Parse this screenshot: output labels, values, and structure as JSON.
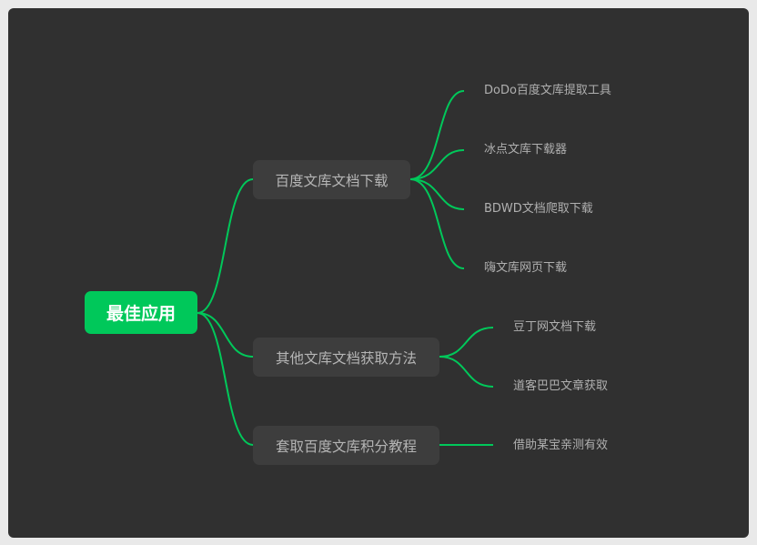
{
  "root": {
    "label": "最佳应用"
  },
  "branches": [
    {
      "label": "百度文库文档下载",
      "children": [
        "DoDo百度文库提取工具",
        "冰点文库下载器",
        "BDWD文档爬取下载",
        "嗨文库网页下载"
      ]
    },
    {
      "label": "其他文库文档获取方法",
      "children": [
        "豆丁网文档下载",
        "道客巴巴文章获取"
      ]
    },
    {
      "label": "套取百度文库积分教程",
      "children": [
        "借助某宝亲测有效"
      ]
    }
  ],
  "colors": {
    "accent": "#00c85a",
    "line": "#00c85a",
    "node": "#3d3d3d",
    "background": "#303030"
  }
}
